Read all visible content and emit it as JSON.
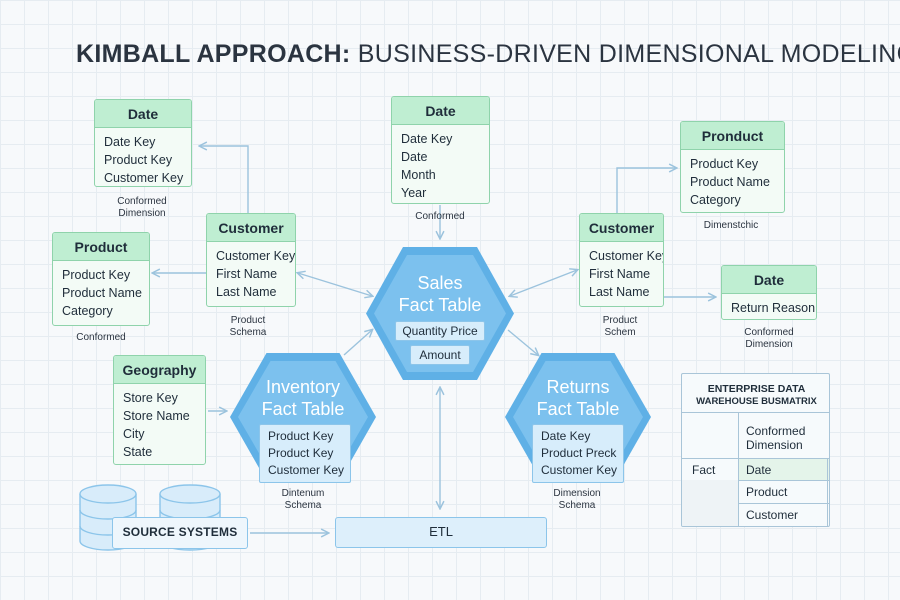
{
  "title": {
    "bold": "KIMBALL APPROACH:",
    "rest": "BUSINESS-DRIVEN DIMENSIONAL MODELING"
  },
  "dimensions": {
    "date_left": {
      "header": "Date",
      "items": [
        "Date Key",
        "Product Key",
        "Customer Key"
      ]
    },
    "product_left": {
      "header": "Product",
      "items": [
        "Product Key",
        "Product Name",
        "Category"
      ]
    },
    "customer_left": {
      "header": "Customer",
      "items": [
        "Customer Key",
        "First Name",
        "Last Name"
      ]
    },
    "geography": {
      "header": "Geography",
      "items": [
        "Store Key",
        "Store Name",
        "City",
        "State"
      ]
    },
    "date_top": {
      "header": "Date",
      "items": [
        "Date Key",
        "Date",
        "Month",
        "Year"
      ]
    },
    "product_right": {
      "header": "Pronduct",
      "items": [
        "Product Key",
        "Product Name",
        "Category"
      ]
    },
    "customer_right": {
      "header": "Customer",
      "items": [
        "Customer Key",
        "First Name",
        "Last Name"
      ]
    },
    "date_right": {
      "header": "Date",
      "items": [
        "Return Reason"
      ]
    }
  },
  "captions": {
    "conformed_dimension": [
      "Conformed",
      "Dimension"
    ],
    "conformed_left": "Conformed",
    "product_schema": [
      "Product",
      "Schema"
    ],
    "conformed_top": "Conformed",
    "dimenstchic": "Dimenstchic",
    "product_schem": [
      "Product",
      "Schem"
    ],
    "conformed_dimension_right": [
      "Conformed",
      "Dimension"
    ],
    "dintenum_schema": [
      "Dintenum",
      "Schema"
    ],
    "dimension_schema": [
      "Dimension",
      "Schema"
    ]
  },
  "facts": {
    "sales": {
      "title": [
        "Sales",
        "Fact Table"
      ],
      "measures": [
        "Quantity Price",
        "Amount"
      ]
    },
    "inventory": {
      "title": [
        "Inventory",
        "Fact Table"
      ],
      "keys": [
        "Product Key",
        "Product Key",
        "Customer Key"
      ]
    },
    "returns": {
      "title": [
        "Returns",
        "Fact Table"
      ],
      "keys": [
        "Date Key",
        "Product Preck",
        "Customer Key"
      ]
    }
  },
  "source_systems": "SOURCE SYSTEMS",
  "etl": "ETL",
  "bus_matrix": {
    "title": "ENTERPRISE DATA",
    "subtitle": "WAREHOUSE BUSMATRIX",
    "header": [
      "Conformed",
      "Dimension"
    ],
    "row_label": "Fact",
    "rows": [
      "Date",
      "Product",
      "Customer"
    ]
  },
  "colors": {
    "dimension_fill": "#f3fbf6",
    "dimension_header": "#bfeed2",
    "dimension_border": "#8fd3ab",
    "fact_hexagon": "#5fb0e6",
    "connector": "#9cc3dd"
  }
}
